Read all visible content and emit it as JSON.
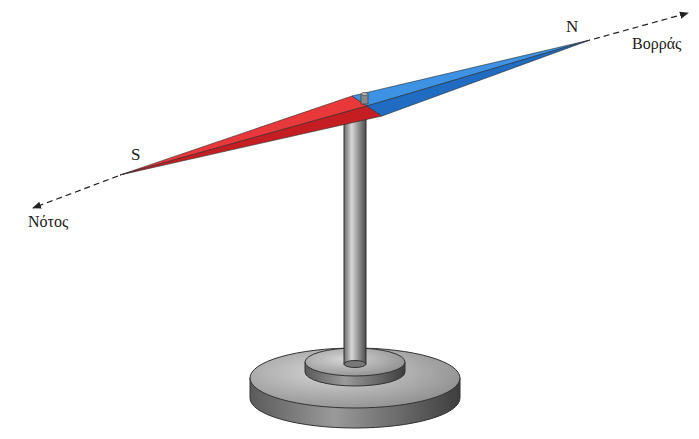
{
  "diagram": {
    "labels": [
      "N",
      "Βορράς",
      "S",
      "Νότος"
    ]
  }
}
